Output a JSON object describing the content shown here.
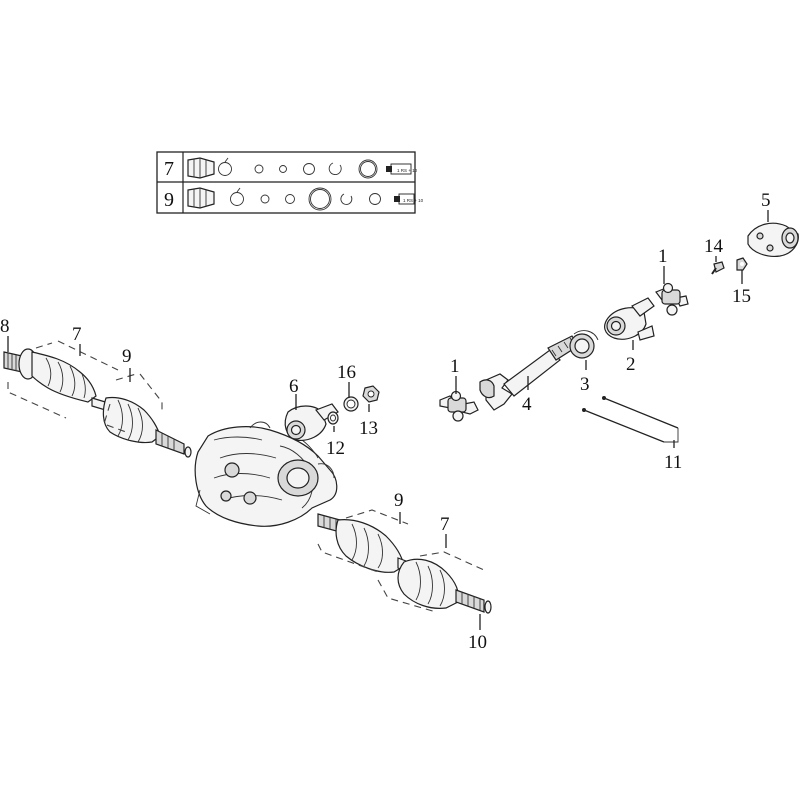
{
  "kit_table": {
    "rows": [
      {
        "number": "7",
        "tube_text": "1 RS + 10"
      },
      {
        "number": "9",
        "tube_text": "1 RS + 10"
      }
    ]
  },
  "callouts": {
    "c1a": "1",
    "c1b": "1",
    "c2": "2",
    "c3": "3",
    "c4": "4",
    "c5": "5",
    "c6": "6",
    "c7a": "7",
    "c7b": "7",
    "c8": "8",
    "c9a": "9",
    "c9b": "9",
    "c10": "10",
    "c11": "11",
    "c12": "12",
    "c13": "13",
    "c14": "14",
    "c15": "15",
    "c16": "16"
  }
}
